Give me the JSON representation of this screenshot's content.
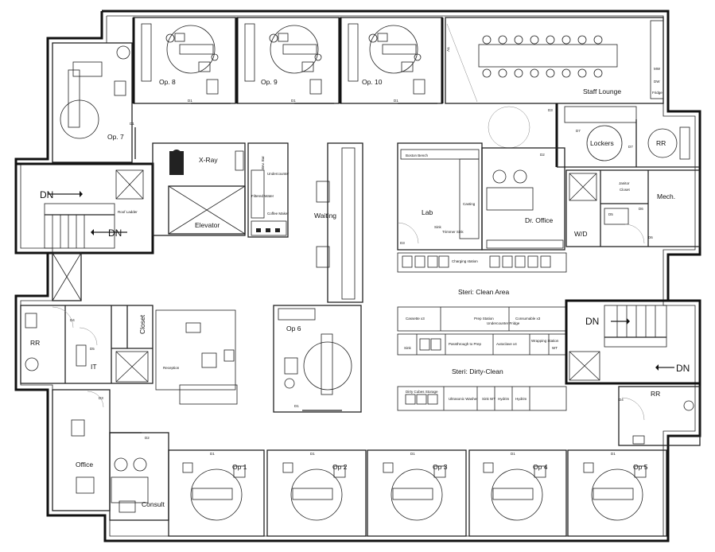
{
  "rooms": {
    "op7": "Op. 7",
    "op8": "Op. 8",
    "op9": "Op. 9",
    "op10": "Op. 10",
    "op6": "Op 6",
    "op1": "Op 1",
    "op2": "Op 2",
    "op3": "Op 3",
    "op4": "Op 4",
    "op5": "Op 5",
    "xray": "X-Ray",
    "elevator": "Elevator",
    "waiting": "Waiting",
    "lab": "Lab",
    "dr_office": "Dr. Office",
    "staff_lounge": "Staff Lounge",
    "lockers": "Lockers",
    "rr_top": "RR",
    "janitor1": "Janitor",
    "janitor2": "Closet",
    "mech": "Mech.",
    "wd": "W/D",
    "steri_clean": "Steri: Clean Area",
    "steri_dirty": "Steri: Dirty-Clean",
    "rr_left": "RR",
    "it": "IT",
    "closet": "Closet",
    "reception": "Reception",
    "office": "Office",
    "consult": "Consult",
    "rr_right": "RR",
    "bev_bar": "Bev. Bar",
    "roof_ladder": "Roof Ladder",
    "tv": "TV"
  },
  "stairs": {
    "dn1": "DN",
    "dn2": "DN",
    "dn3": "DN",
    "dn4": "DN"
  },
  "doors": {
    "d1_op8": "D1",
    "d1_op9": "D1",
    "d1_op10": "D1",
    "d1_op7": "D1",
    "d1_op6": "D1",
    "d1_op1": "D1",
    "d1_op2": "D1",
    "d1_op3": "D1",
    "d1_op4": "D1",
    "d1_op5": "D1",
    "d2_dr": "D2",
    "d2_office": "D2",
    "d3_lab": "D3",
    "d3_lounge": "D3",
    "d3_it": "D3",
    "d4_rr": "D4",
    "d4_right": "D4",
    "d5_it": "D5",
    "d5_closet": "D5",
    "d6_mech1": "D6",
    "d6_mech2": "D6",
    "d7_a": "D7",
    "d7_b": "D7"
  },
  "fixtures": {
    "boston_bench": "Boston Bench",
    "charging_station": "Charging station",
    "sink_lab": "Sink",
    "trimmer": "Trimmer Sink",
    "casting": "Casting",
    "cassette": "Cassette x3",
    "prep_station": "Prep Station",
    "undercounter": "Undercounter Fridge",
    "consumable": "Consumable x3",
    "sink_steri": "Sink",
    "passthrough": "Passthrough to Prep",
    "autoclave": "Autoclave x4",
    "wrapping": "Wrapping Station",
    "wt1": "WT",
    "dirty_cubes": "Dirty Cubes Storage",
    "ultrasonic": "Ultrasonic Washer",
    "sink_wt": "Sink WT",
    "hydrim1": "Hydrim",
    "hydrim2": "Hydrim",
    "bev_small1": "Undercounter",
    "bev_small2": "Filtered Water",
    "coffee": "Coffee Maker",
    "mw": "MW",
    "dw": "DW",
    "fridge_label": "Fridge"
  }
}
